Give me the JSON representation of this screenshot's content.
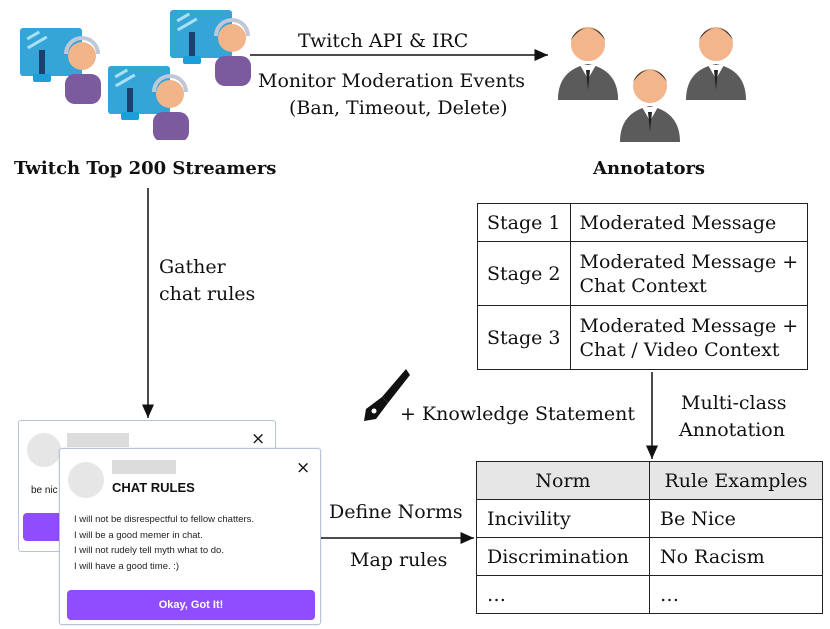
{
  "top": {
    "arrow_label_1": "Twitch API & IRC",
    "arrow_label_2": "Monitor Moderation Events",
    "arrow_label_3": "(Ban, Timeout, Delete)"
  },
  "streamers_title": "Twitch Top 200 Streamers",
  "annotators_title": "Annotators",
  "gather_label_1": "Gather",
  "gather_label_2": "chat rules",
  "stages": [
    {
      "stage": "Stage 1",
      "desc": [
        "Moderated Message"
      ]
    },
    {
      "stage": "Stage 2",
      "desc": [
        "Moderated Message +",
        "Chat Context"
      ]
    },
    {
      "stage": "Stage 3",
      "desc": [
        "Moderated Message +",
        "Chat / Video Context"
      ]
    }
  ],
  "knowledge_label": "+ Knowledge Statement",
  "multiclass_label_1": "Multi-class",
  "multiclass_label_2": "Annotation",
  "define_norms_label": "Define Norms",
  "map_rules_label": "Map rules",
  "norms_table": {
    "headers": [
      "Norm",
      "Rule Examples"
    ],
    "rows": [
      [
        "Incivility",
        "Be Nice"
      ],
      [
        "Discrimination",
        "No Racism"
      ],
      [
        "…",
        "…"
      ]
    ]
  },
  "chat_rules_card": {
    "title": "CHAT RULES",
    "rules": [
      "I will not be disrespectful to fellow chatters.",
      "I will be a good memer in chat.",
      "I will not rudely tell myth what to do.",
      "I will have a good time. :)"
    ],
    "button": "Okay, Got It!",
    "close": "×",
    "back_card_text": "be nic"
  },
  "colors": {
    "button_purple": "#8f4dff",
    "header_gray": "#e6e6e6"
  },
  "icons": [
    "streamer-icon",
    "annotator-icon",
    "pen-nib-icon",
    "close-icon"
  ]
}
